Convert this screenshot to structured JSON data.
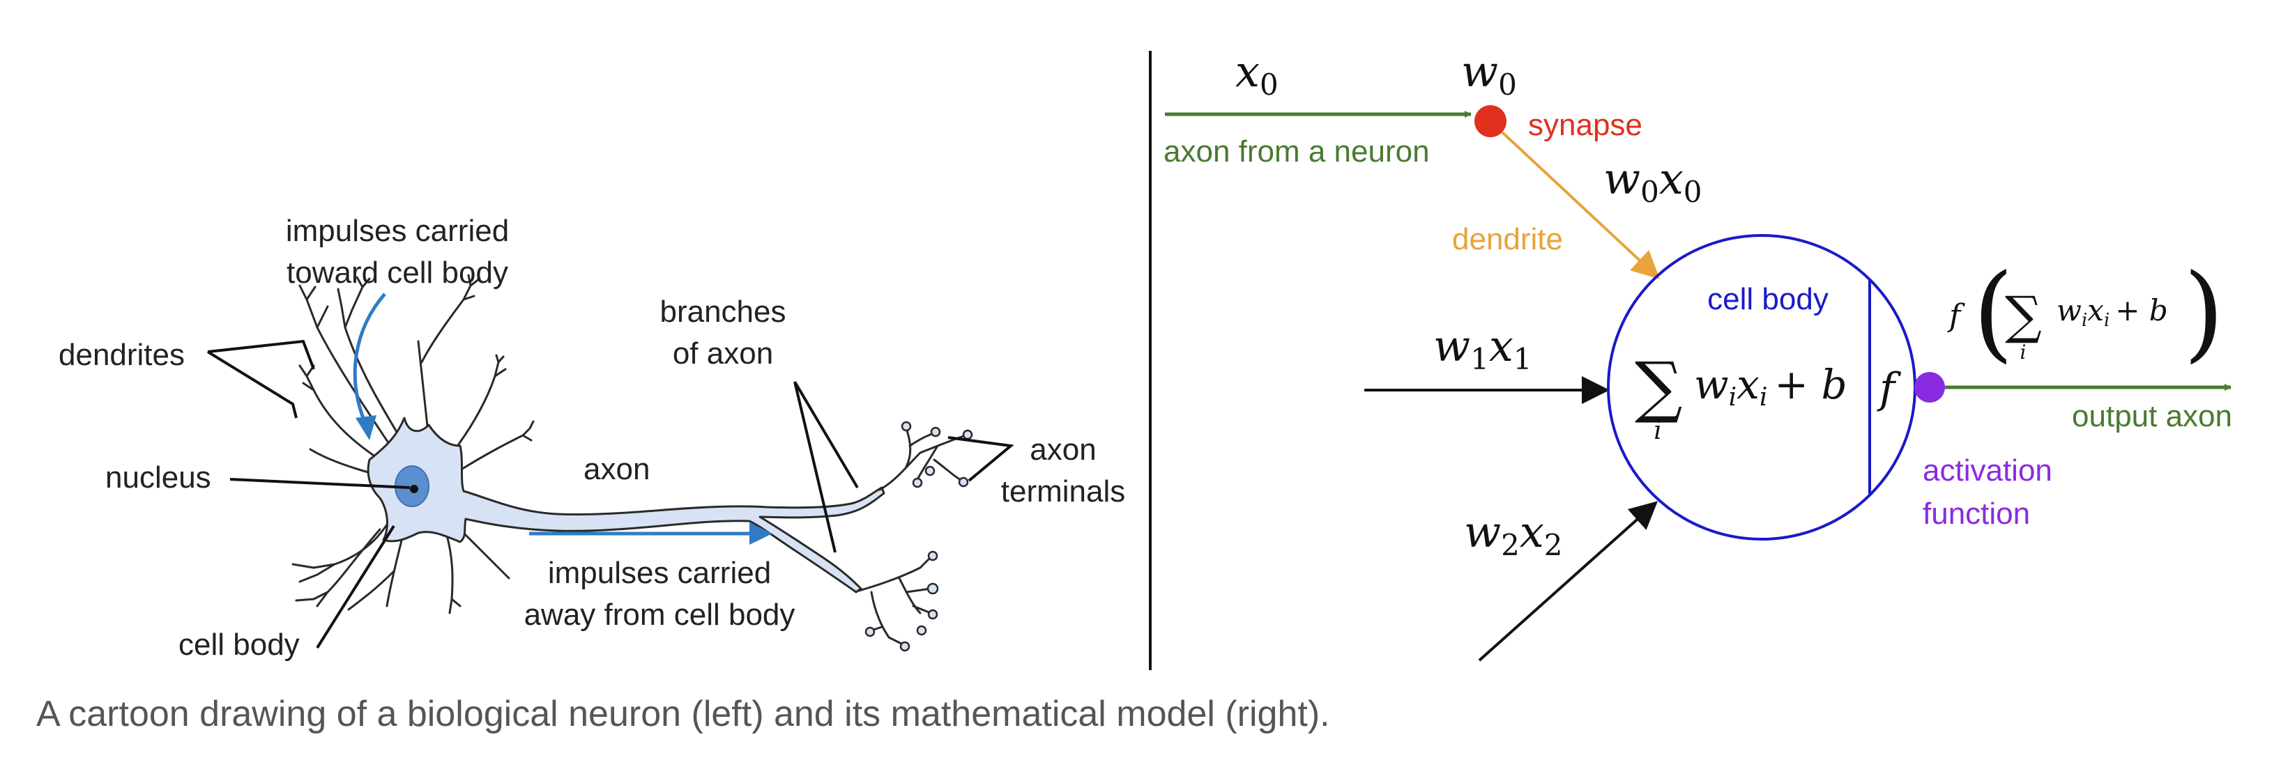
{
  "colors": {
    "neuron_fill": "#d7e3f4",
    "nucleus": "#5b8fcf",
    "impulse_arrow": "#2f7cc4",
    "axon_green": "#4a7a30",
    "synapse_red": "#e0301e",
    "dendrite_orange": "#e8a33a",
    "cell_body_blue": "#1a1ac8",
    "activation_purple": "#8a2be2",
    "caption_gray": "#555555"
  },
  "biological_neuron": {
    "labels": {
      "impulses_toward_line1": "impulses carried",
      "impulses_toward_line2": "toward cell body",
      "dendrites": "dendrites",
      "nucleus": "nucleus",
      "cell_body": "cell body",
      "axon": "axon",
      "branches_line1": "branches",
      "branches_line2": "of axon",
      "terminals_line1": "axon",
      "terminals_line2": "terminals",
      "impulses_away_line1": "impulses carried",
      "impulses_away_line2": "away from cell body"
    }
  },
  "mathematical_model": {
    "inputs": [
      {
        "weight": "w",
        "input": "x",
        "index": "0"
      },
      {
        "weight": "w",
        "input": "x",
        "index": "1"
      },
      {
        "weight": "w",
        "input": "x",
        "index": "2"
      }
    ],
    "x0": {
      "base": "x",
      "sub": "0"
    },
    "w0": {
      "base": "w",
      "sub": "0"
    },
    "w0x0": {
      "w": "w",
      "x": "x",
      "sub": "0"
    },
    "labels": {
      "synapse": "synapse",
      "axon_from_neuron": "axon from a neuron",
      "dendrite": "dendrite",
      "cell_body": "cell body",
      "activation_line1": "activation",
      "activation_line2": "function",
      "output_axon": "output axon"
    },
    "sum_formula": {
      "sigma": "∑",
      "index": "i",
      "term_w": "w",
      "term_x": "x",
      "sub": "i",
      "plus_b": "+ b"
    },
    "activation_symbol": "f",
    "output_formula": {
      "f": "f",
      "open": "(",
      "sigma": "∑",
      "index": "i",
      "term_w": "w",
      "term_x": "x",
      "sub": "i",
      "plus_b": "+ b",
      "close": ")"
    }
  },
  "caption": "A cartoon drawing of a biological neuron (left) and its mathematical model (right)."
}
